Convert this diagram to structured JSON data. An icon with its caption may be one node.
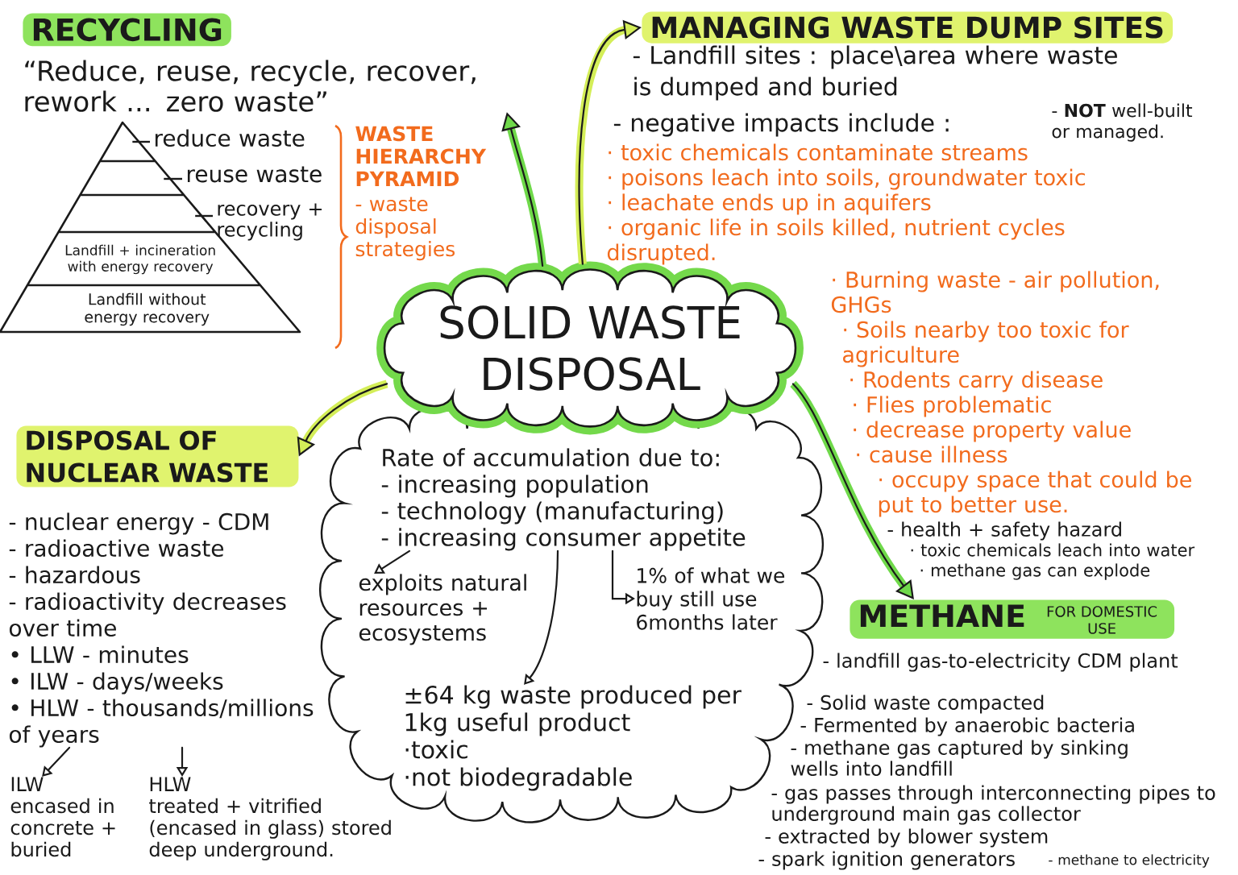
{
  "diagram": {
    "nodes": [
      {
        "text": [
          "RECYCLING"
        ]
      },
      {
        "text": [
          "“Reduce, reuse, recycle, recover, rework ... zero waste”"
        ]
      },
      {
        "text": [
          "reduce waste",
          "reuse waste",
          "recovery + recycling",
          "Landfill + incineration with energy recovery",
          "Landfill without energy recovery"
        ]
      },
      {
        "text": [
          "MANAGING WASTE DUMP SITES"
        ]
      },
      {
        "text": [
          "SOLID WASTE DISPOSAL"
        ]
      },
      {
        "text": [
          "DISPOSAL OF NUCLEAR WASTE"
        ]
      },
      {
        "text": [
          "- nuclear energy - CDM",
          "- radioactive waste",
          "- hazardous",
          "- radioactivity decreases over time",
          "• LLW - minutes",
          "• ILW - days/weeks",
          "• HLW - thousands/millions of years"
        ]
      },
      {
        "text": [
          "ILW",
          "encased in concrete + buried"
        ]
      },
      {
        "text": [
          "HLW",
          "treated + vitrified (encased in glass) stored deep underground."
        ]
      },
      {
        "text": [],
        "shape": "cloud"
      },
      {
        "text": [
          "Rate of accumulation due to:",
          "- increasing population",
          "- technology (manufacturing)",
          "- increasing consumer appetite"
        ],
        "in": 9
      },
      {
        "text": [
          "exploits natural resources + ecosystems"
        ],
        "in": 9
      },
      {
        "text": [
          "1% of what we buy still use 6months later"
        ],
        "in": 9
      },
      {
        "text": [
          "±64 kg waste produced per 1kg useful product",
          "·toxic",
          "·not biodegradable"
        ],
        "in": 9
      },
      {
        "text": [
          "METHANE",
          "FOR DOMESTIC USE"
        ]
      }
    ],
    "edges": [
      {
        "from": 4,
        "to": 1,
        "arrow": "to",
        "style": "thick",
        "color": "#6fd94a"
      },
      {
        "from": 4,
        "to": 3,
        "arrow": "to",
        "style": "thick",
        "color": "#d4ee58"
      },
      {
        "from": 4,
        "to": 5,
        "arrow": "to",
        "style": "thick",
        "color": "#d4ee58"
      },
      {
        "from": 4,
        "to": 14,
        "arrow": "to",
        "style": "thick",
        "color": "#6fd94a"
      },
      {
        "from": 10,
        "to": 11,
        "arrow": "to"
      },
      {
        "from": 10,
        "to": 12,
        "arrow": "to"
      },
      {
        "from": 10,
        "to": 13,
        "arrow": "to"
      },
      {
        "from": 6,
        "to": 7,
        "arrow": "to"
      },
      {
        "from": 6,
        "to": 8,
        "arrow": "to"
      }
    ],
    "labels": [
      "WASTE HIERARCHY PYRAMID",
      "- waste disposal strategies",
      "- Landfill sites : place\\area where waste is dumped and buried",
      "- **NOT** well-built or managed.",
      "- negative impacts include :",
      "· toxic chemicals contaminate streams",
      "· poisons leach into soils, groundwater toxic",
      "· leachate ends up in aquifers",
      "· organic life in soils killed, nutrient cycles disrupted.",
      "· Burning waste - air pollution, GHGs",
      "· Soils nearby too toxic for agriculture",
      "· Rodents carry disease",
      "· Flies problematic",
      "· decrease property value",
      "· cause illness",
      "· occupy space that could be put to better use.",
      "- health + safety hazard",
      "· toxic chemicals leach into water",
      "· methane gas can explode",
      "- landfill gas-to-electricity CDM plant",
      "- Solid waste compacted",
      "- Fermented by anaerobic bacteria",
      "- methane gas captured by sinking wells into landfill",
      "- gas passes through interconnecting pipes to underground main gas collector",
      "- extracted by blower system",
      "- spark ignition generators",
      "- methane to electricity"
    ]
  }
}
